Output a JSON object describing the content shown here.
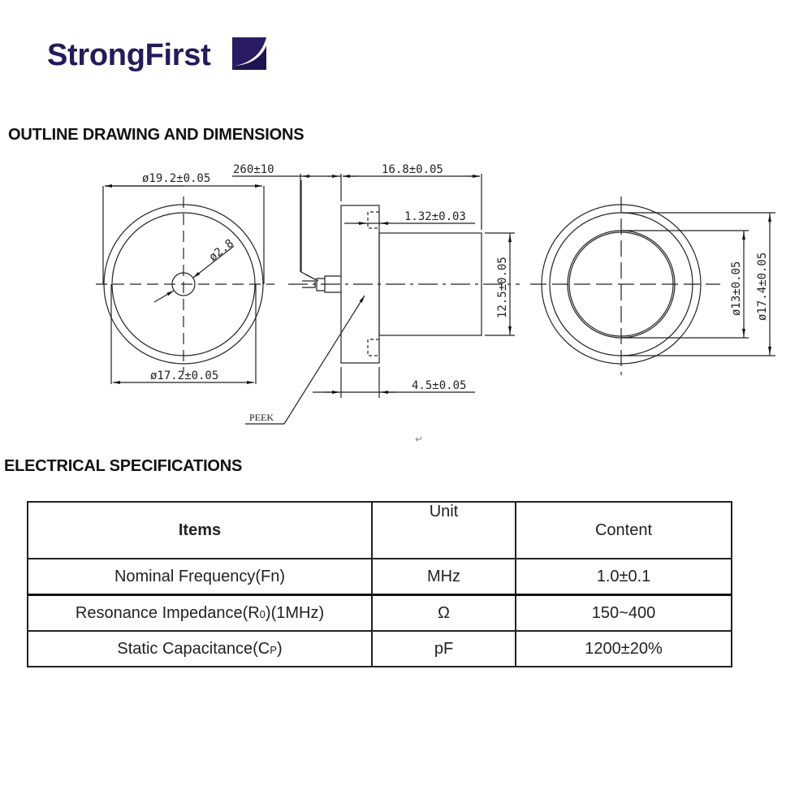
{
  "brand": {
    "name": "StrongFirst",
    "color": "#241a5c",
    "mark_icon": "square-swoosh-logo"
  },
  "sections": {
    "outline_title": "OUTLINE DRAWING AND DIMENSIONS",
    "electrical_title": "ELECTRICAL SPECIFICATIONS"
  },
  "drawing": {
    "front_view": {
      "outer_diameter": "ø19.2±0.05",
      "inner_diameter": "ø17.2±0.05",
      "hole_diameter": "ø2.8"
    },
    "side_view": {
      "cable_length": "260±10",
      "total_length": "16.8±0.05",
      "recess_depth": "1.32±0.03",
      "body_diameter": "12.5±0.05",
      "flange_thickness": "4.5±0.05",
      "material_label": "PEEK"
    },
    "rear_view": {
      "inner_diameter": "ø13±0.05",
      "outer_diameter": "ø17.4±0.05"
    }
  },
  "paragraph_mark": "↵",
  "spec_table": {
    "headers": {
      "items": "Items",
      "unit": "Unit",
      "content": "Content"
    },
    "rows": [
      {
        "item": "Nominal Frequency(Fn)",
        "unit": "MHz",
        "content": "1.0±0.1"
      },
      {
        "item_main": "Resonance Impedance(R",
        "item_sub": "0",
        "item_tail": ")(1MHz)",
        "unit": "Ω",
        "content": "150~400"
      },
      {
        "item_main": "Static Capacitance(C",
        "item_sub": "P",
        "item_tail": ")",
        "unit": "pF",
        "content": "1200±20%"
      }
    ]
  }
}
